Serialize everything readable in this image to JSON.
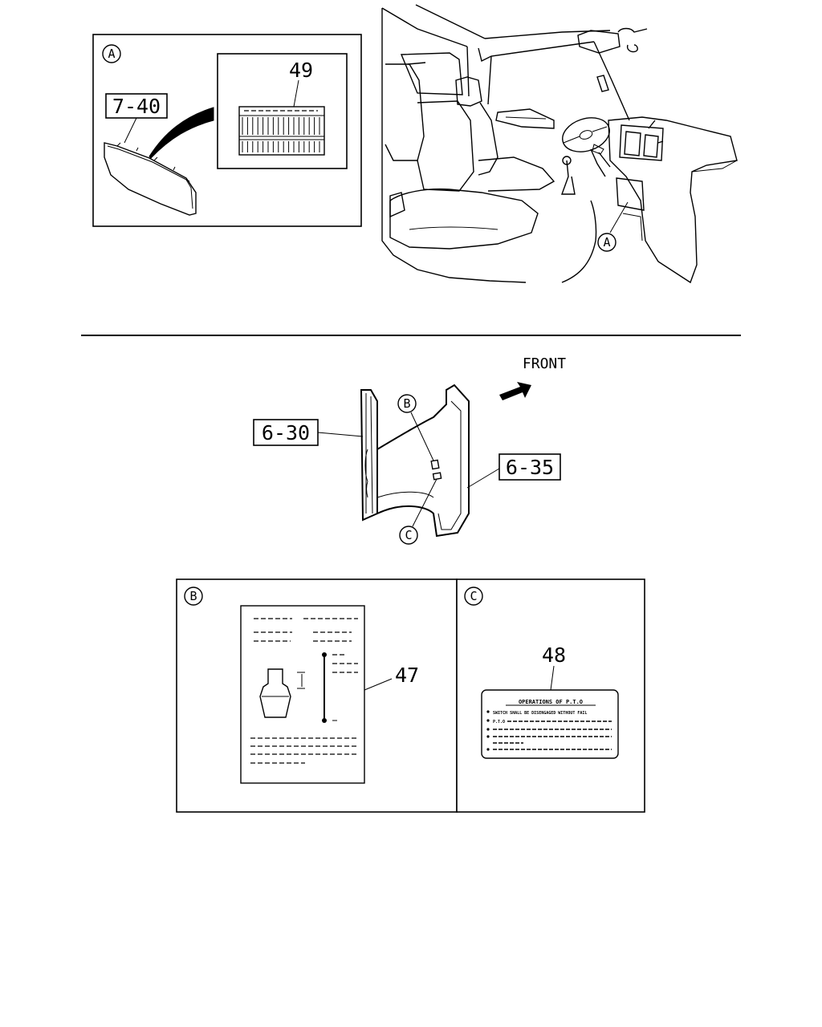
{
  "callouts": {
    "A": "A",
    "B": "B",
    "C": "C"
  },
  "part_labels": {
    "p7_40": "7-40",
    "p49": "49",
    "p6_30": "6-30",
    "p6_35": "6-35",
    "p47": "47",
    "p48": "48"
  },
  "front_label": "FRONT",
  "pto_label": {
    "title": "OPERATIONS OF P.T.O",
    "line1": "SWITCH SHALL BE DISENGAGED WITHOUT FAIL",
    "line2": "P.T.O"
  }
}
